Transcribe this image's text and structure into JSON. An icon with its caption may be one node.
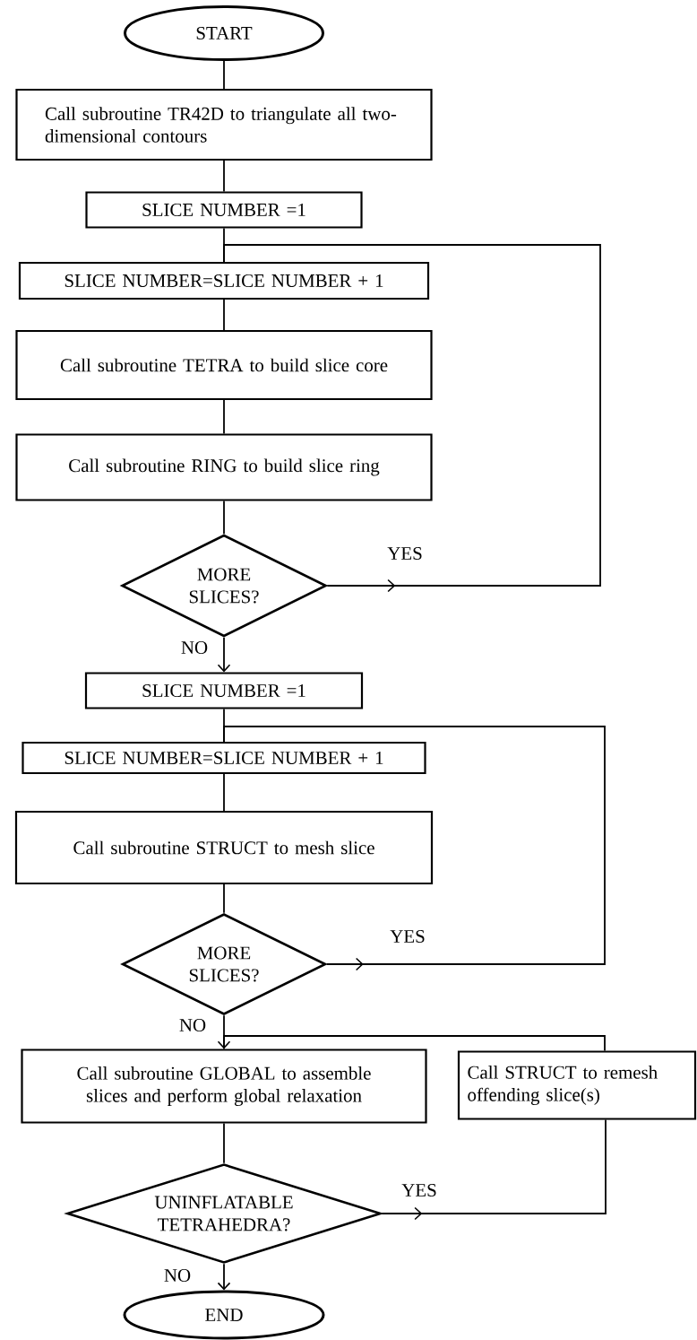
{
  "diagram": {
    "nodes": [
      {
        "text": [
          "START"
        ]
      },
      {
        "text": [
          "Call subroutine TR42D to triangulate all two-dimensional contours"
        ]
      },
      {
        "text": [
          "SLICE NUMBER =1"
        ]
      },
      {
        "text": [
          "SLICE NUMBER=SLICE NUMBER + 1"
        ]
      },
      {
        "text": [
          "Call subroutine TETRA to build slice core"
        ]
      },
      {
        "text": [
          "Call subroutine RING to build slice ring"
        ]
      },
      {
        "text": [
          "MORE SLICES?"
        ]
      },
      {
        "text": [
          "SLICE NUMBER =1"
        ]
      },
      {
        "text": [
          "SLICE NUMBER=SLICE NUMBER + 1"
        ]
      },
      {
        "text": [
          "Call subroutine STRUCT to mesh slice"
        ]
      },
      {
        "text": [
          "MORE SLICES?"
        ]
      },
      {
        "text": [
          "Call subroutine GLOBAL to assemble slices and perform global relaxation"
        ]
      },
      {
        "text": [
          "Call STRUCT to remesh offending slice(s)"
        ]
      },
      {
        "text": [
          "UNINFLATABLE TETRAHEDRA?"
        ]
      },
      {
        "text": [
          "END"
        ]
      }
    ],
    "edges": [
      {
        "from": 0,
        "to": 1,
        "arrow": "none"
      },
      {
        "from": 1,
        "to": 2,
        "arrow": "none"
      },
      {
        "from": 2,
        "to": 3,
        "arrow": "none"
      },
      {
        "from": 3,
        "to": 4,
        "arrow": "none"
      },
      {
        "from": 4,
        "to": 5,
        "arrow": "none"
      },
      {
        "from": 5,
        "to": 6,
        "arrow": "none"
      },
      {
        "from": 6,
        "to": 3,
        "arrow": "to",
        "label": "YES"
      },
      {
        "from": 6,
        "to": 7,
        "arrow": "to",
        "label": "NO"
      },
      {
        "from": 7,
        "to": 8,
        "arrow": "none"
      },
      {
        "from": 8,
        "to": 9,
        "arrow": "none"
      },
      {
        "from": 9,
        "to": 10,
        "arrow": "none"
      },
      {
        "from": 10,
        "to": 8,
        "arrow": "to",
        "label": "YES"
      },
      {
        "from": 10,
        "to": 11,
        "arrow": "to",
        "label": "NO"
      },
      {
        "from": 12,
        "to": 11,
        "arrow": "none"
      },
      {
        "from": 11,
        "to": 13,
        "arrow": "none"
      },
      {
        "from": 13,
        "to": 12,
        "arrow": "to",
        "label": "YES"
      },
      {
        "from": 13,
        "to": 14,
        "arrow": "to",
        "label": "NO"
      }
    ]
  }
}
